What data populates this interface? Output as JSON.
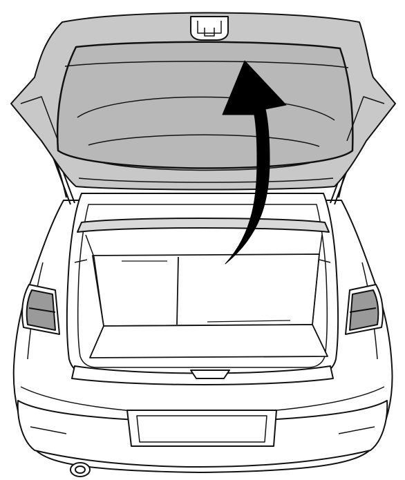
{
  "figure": {
    "subject": "hatchback-rear-open-tailgate",
    "style": "line-art",
    "colors": {
      "outline": "#111111",
      "body_fill": "#ffffff",
      "tailgate_fill": "#c8c8c8",
      "arrow_fill": "#000000"
    },
    "arrow": {
      "direction": "up",
      "meaning": "open-tailgate"
    }
  }
}
